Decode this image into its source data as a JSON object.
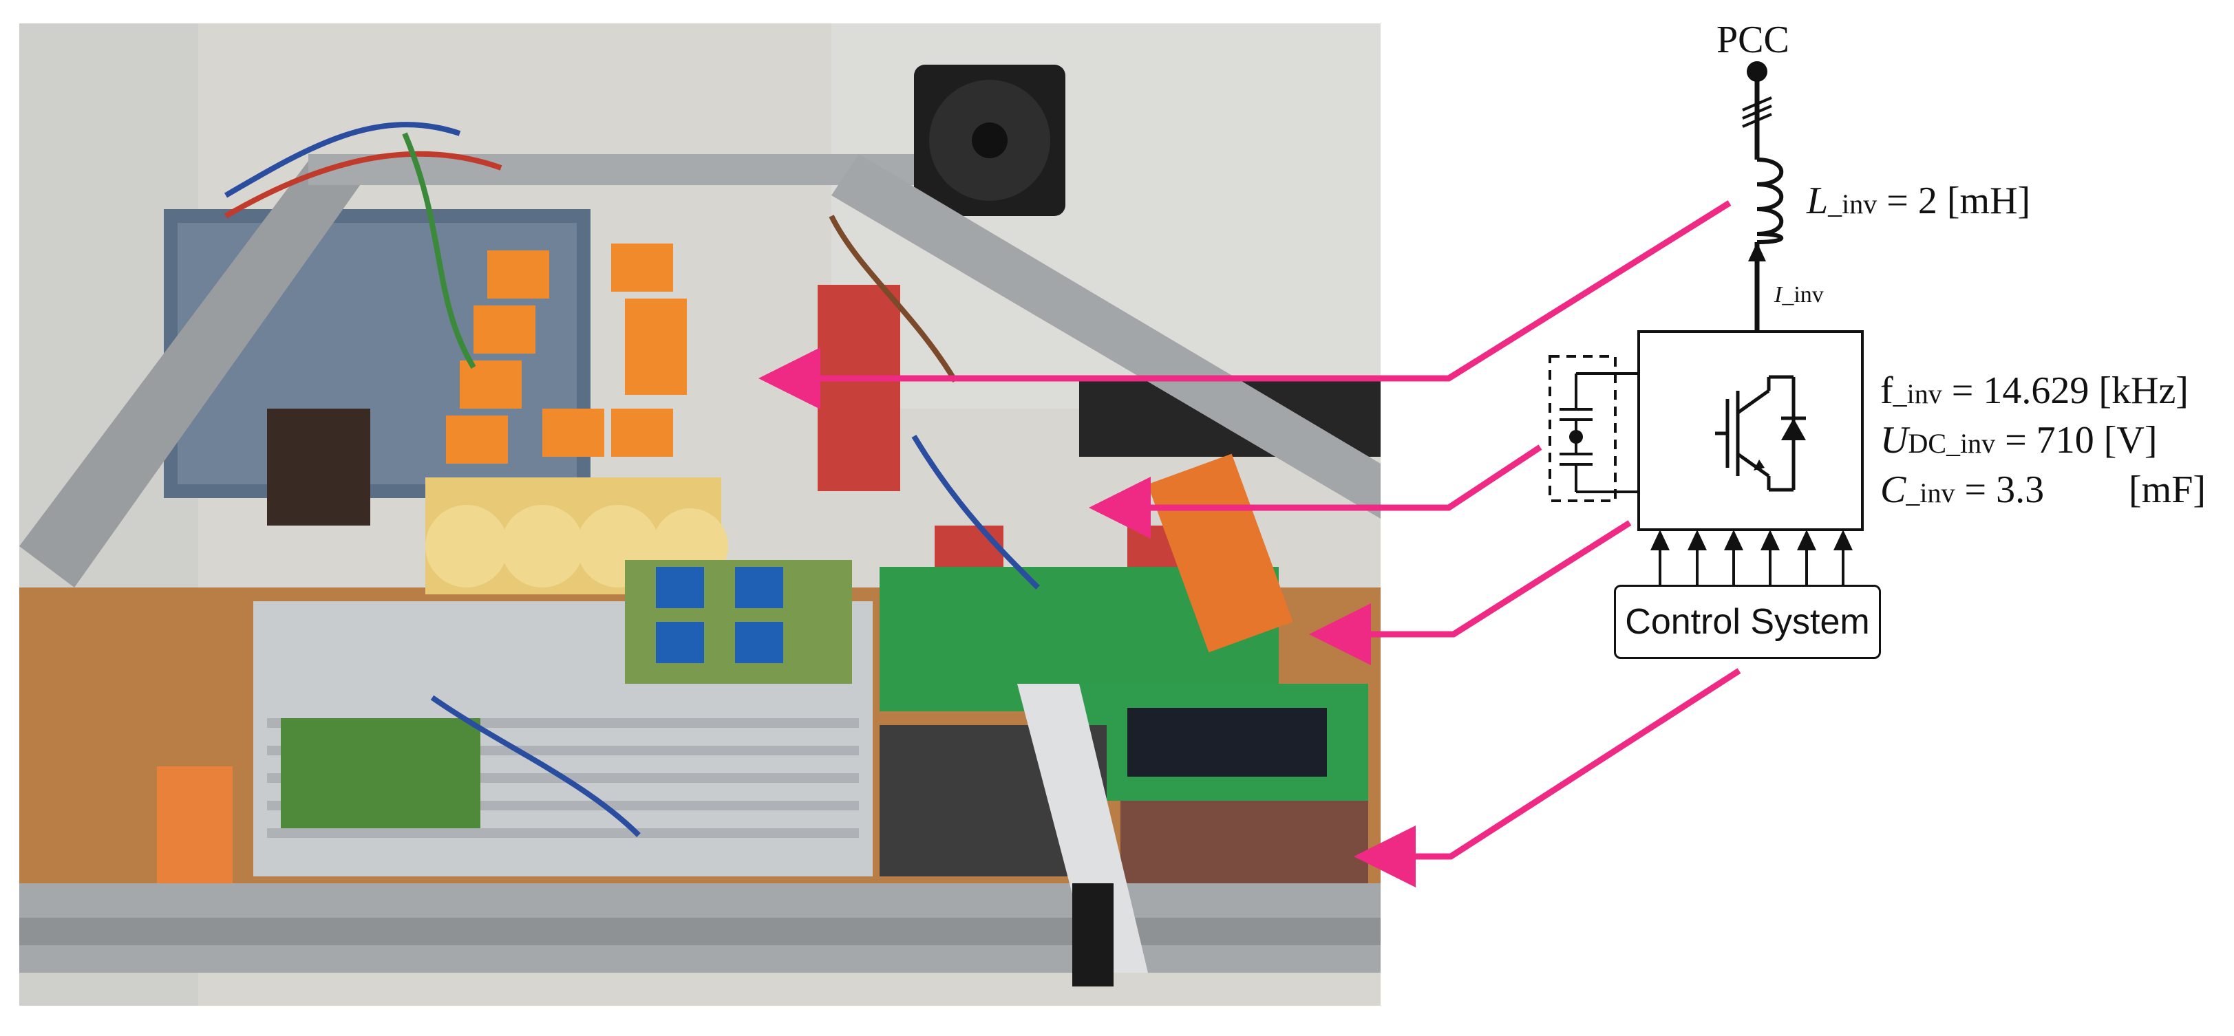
{
  "diagram": {
    "pcc_label": "PCC",
    "inductor": {
      "symbol": "L",
      "subscript": "_inv",
      "equals": "= 2 [mH]"
    },
    "current_label": {
      "symbol": "I",
      "subscript": "_inv"
    },
    "frequency": {
      "symbol": "f",
      "subscript": "_inv",
      "equals": "= 14.629 [kHz]"
    },
    "dc_voltage": {
      "symbol": "U",
      "subscript": "DC_inv",
      "equals": "= 710 [V]"
    },
    "capacitance": {
      "symbol": "C",
      "subscript": "_inv",
      "equals": "= 3.3",
      "unit": "[mF]"
    },
    "control_system_label": "Control System",
    "arrow_color": "#ee2a84",
    "line_color": "#111111"
  }
}
